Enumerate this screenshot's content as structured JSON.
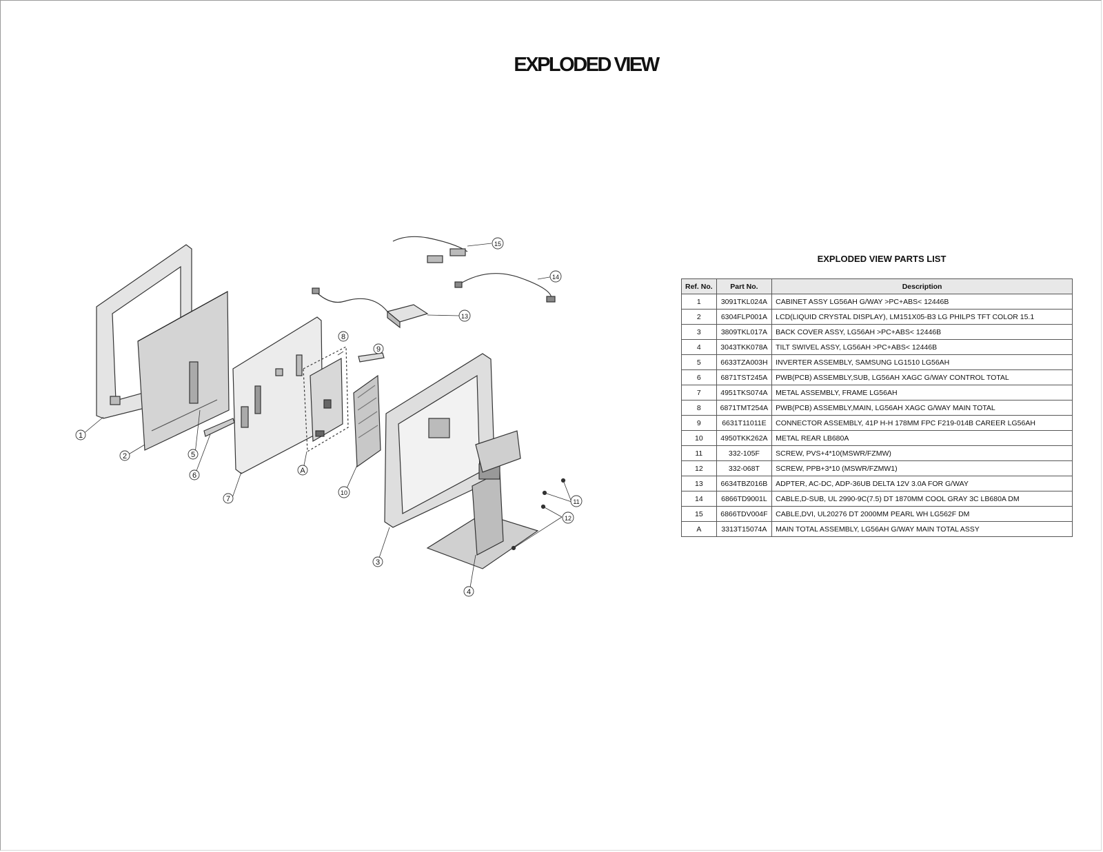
{
  "page": {
    "title": "EXPLODED VIEW"
  },
  "parts_list": {
    "title": "EXPLODED VIEW PARTS LIST",
    "headers": [
      "Ref. No.",
      "Part No.",
      "Description"
    ],
    "rows": [
      [
        "1",
        "3091TKL024A",
        "CABINET ASSY LG56AH G/WAY >PC+ABS< 12446B"
      ],
      [
        "2",
        "6304FLP001A",
        "LCD(LIQUID CRYSTAL DISPLAY), LM151X05-B3 LG PHILPS TFT COLOR 15.1"
      ],
      [
        "3",
        "3809TKL017A",
        "BACK COVER ASSY, LG56AH >PC+ABS< 12446B"
      ],
      [
        "4",
        "3043TKK078A",
        "TILT SWIVEL ASSY, LG56AH >PC+ABS< 12446B"
      ],
      [
        "5",
        "6633TZA003H",
        "INVERTER ASSEMBLY, SAMSUNG LG1510 LG56AH"
      ],
      [
        "6",
        "6871TST245A",
        "PWB(PCB) ASSEMBLY,SUB, LG56AH XAGC G/WAY CONTROL TOTAL"
      ],
      [
        "7",
        "4951TKS074A",
        "METAL ASSEMBLY, FRAME LG56AH"
      ],
      [
        "8",
        "6871TMT254A",
        "PWB(PCB) ASSEMBLY,MAIN, LG56AH XAGC G/WAY MAIN TOTAL"
      ],
      [
        "9",
        "6631T11011E",
        "CONNECTOR ASSEMBLY, 41P H-H 178MM FPC F219-014B CAREER LG56AH"
      ],
      [
        "10",
        "4950TKK262A",
        "METAL  REAR LB680A"
      ],
      [
        "11",
        "332-105F",
        "SCREW, PVS+4*10(MSWR/FZMW)"
      ],
      [
        "12",
        "332-068T",
        "SCREW, PPB+3*10 (MSWR/FZMW1)"
      ],
      [
        "13",
        "6634TBZ016B",
        "ADPTER, AC-DC, ADP-36UB DELTA 12V  3.0A FOR G/WAY"
      ],
      [
        "14",
        "6866TD9001L",
        "CABLE,D-SUB, UL 2990-9C(7.5) DT 1870MM COOL GRAY 3C LB680A DM"
      ],
      [
        "15",
        "6866TDV004F",
        "CABLE,DVI, UL20276 DT 2000MM PEARL WH LG562F DM"
      ],
      [
        "A",
        "3313T15074A",
        "MAIN TOTAL ASSEMBLY, LG56AH G/WAY MAIN TOTAL ASSY"
      ]
    ]
  },
  "callouts": [
    "1",
    "2",
    "3",
    "4",
    "5",
    "6",
    "7",
    "8",
    "9",
    "10",
    "11",
    "12",
    "13",
    "14",
    "15",
    "A"
  ]
}
